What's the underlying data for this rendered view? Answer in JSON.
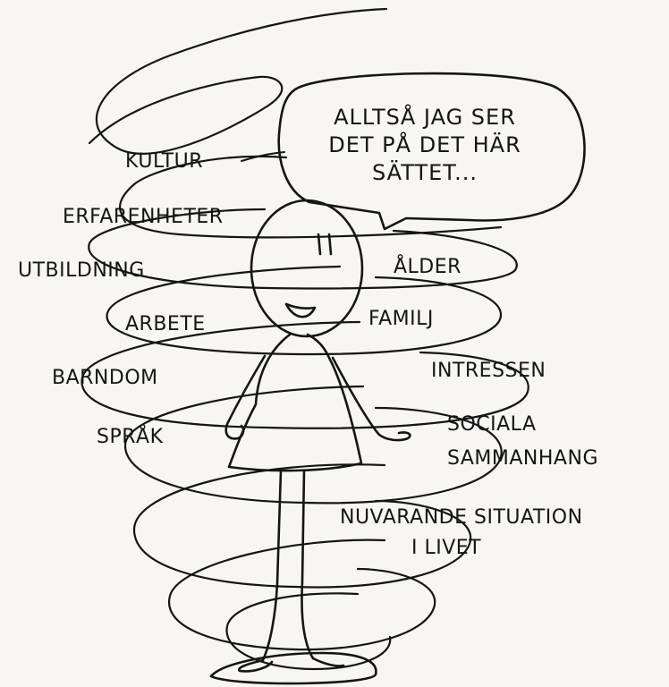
{
  "speech_bubble": {
    "lines": [
      "ALLTSÅ JAG SER",
      "DET PÅ DET HÄR",
      "SÄTTET..."
    ]
  },
  "labels": {
    "kultur": "KULTUR",
    "erfarenheter": "ERFARENHETER",
    "utbildning": "UTBILDNING",
    "arbete": "ARBETE",
    "barndom": "BARNDOM",
    "sprak": "SPRÅK",
    "alder": "ÅLDER",
    "familj": "FAMILJ",
    "intressen": "INTRESSEN",
    "sociala_sammanhang": [
      "SOCIALA",
      "SAMMANHANG"
    ],
    "nuvarande_situation": [
      "NUVARANDE SITUATION",
      "I LIVET"
    ]
  },
  "colors": {
    "ink": "#151515",
    "paper": "#f7f6f3"
  }
}
